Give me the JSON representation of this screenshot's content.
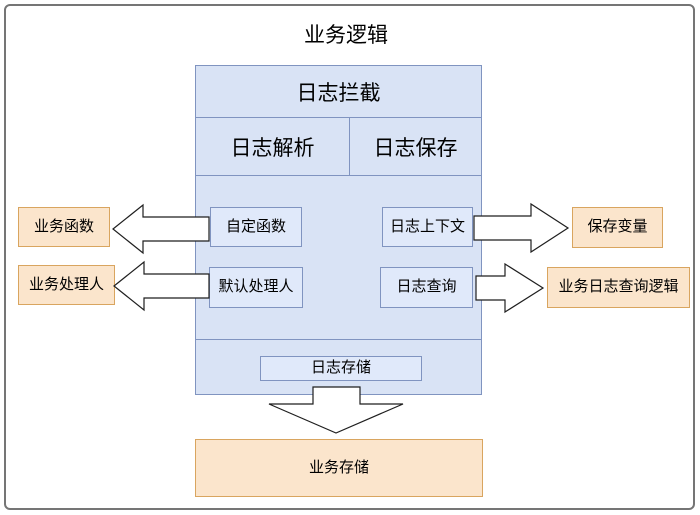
{
  "title": "业务逻辑",
  "interceptor": {
    "title": "日志拦截",
    "columns": [
      {
        "label": "日志解析"
      },
      {
        "label": "日志保存"
      }
    ],
    "nodes": {
      "custom_function": "自定函数",
      "log_context": "日志上下文",
      "default_handler": "默认处理人",
      "log_query": "日志查询",
      "log_storage": "日志存储"
    }
  },
  "external": {
    "left": [
      {
        "label": "业务函数"
      },
      {
        "label": "业务处理人"
      }
    ],
    "right": [
      {
        "label": "保存变量"
      },
      {
        "label": "业务日志查询逻辑"
      }
    ],
    "bottom": {
      "label": "业务存储"
    }
  },
  "colors": {
    "blue_fill": "#d9e3f5",
    "blue_node_fill": "#e0e9fa",
    "blue_border": "#8094c0",
    "orange_fill": "#fbe5cc",
    "orange_border": "#d9a55f",
    "frame_border": "#757575",
    "arrow_fill": "#ffffff",
    "arrow_outline": "#1f1f1f"
  }
}
